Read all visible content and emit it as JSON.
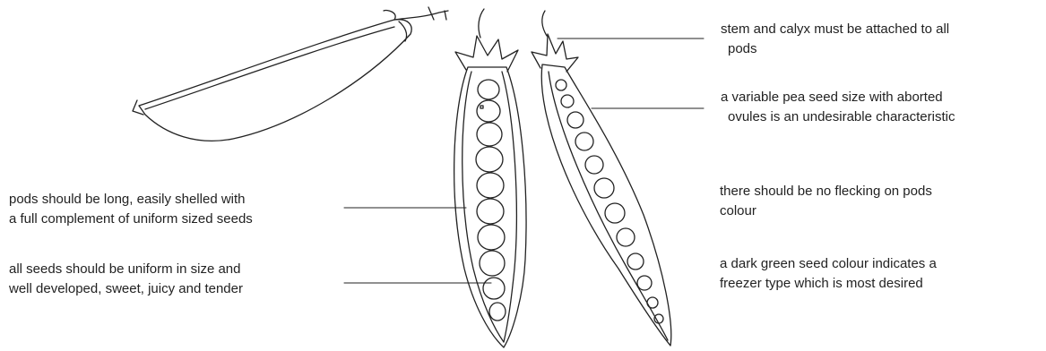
{
  "annotations": {
    "stem_calyx": {
      "line1": "stem and calyx must be attached to all",
      "line2": "pods"
    },
    "seed_size": {
      "line1": "a variable pea seed size with aborted",
      "line2": "ovules is an undesirable characteristic"
    },
    "flecking": {
      "line1": "there should be no flecking on pods",
      "line2": "colour"
    },
    "seed_colour": {
      "line1": "a dark green seed colour indicates a",
      "line2": "freezer type which is most desired"
    },
    "pod_shape": {
      "line1": "pods should be long, easily shelled with",
      "line2": "a full complement of uniform sized seeds"
    },
    "seed_quality": {
      "line1": "all seeds should be uniform in size and",
      "line2": "well developed, sweet, juicy and tender"
    }
  },
  "colors": {
    "ink": "#222222",
    "paper": "#ffffff"
  }
}
